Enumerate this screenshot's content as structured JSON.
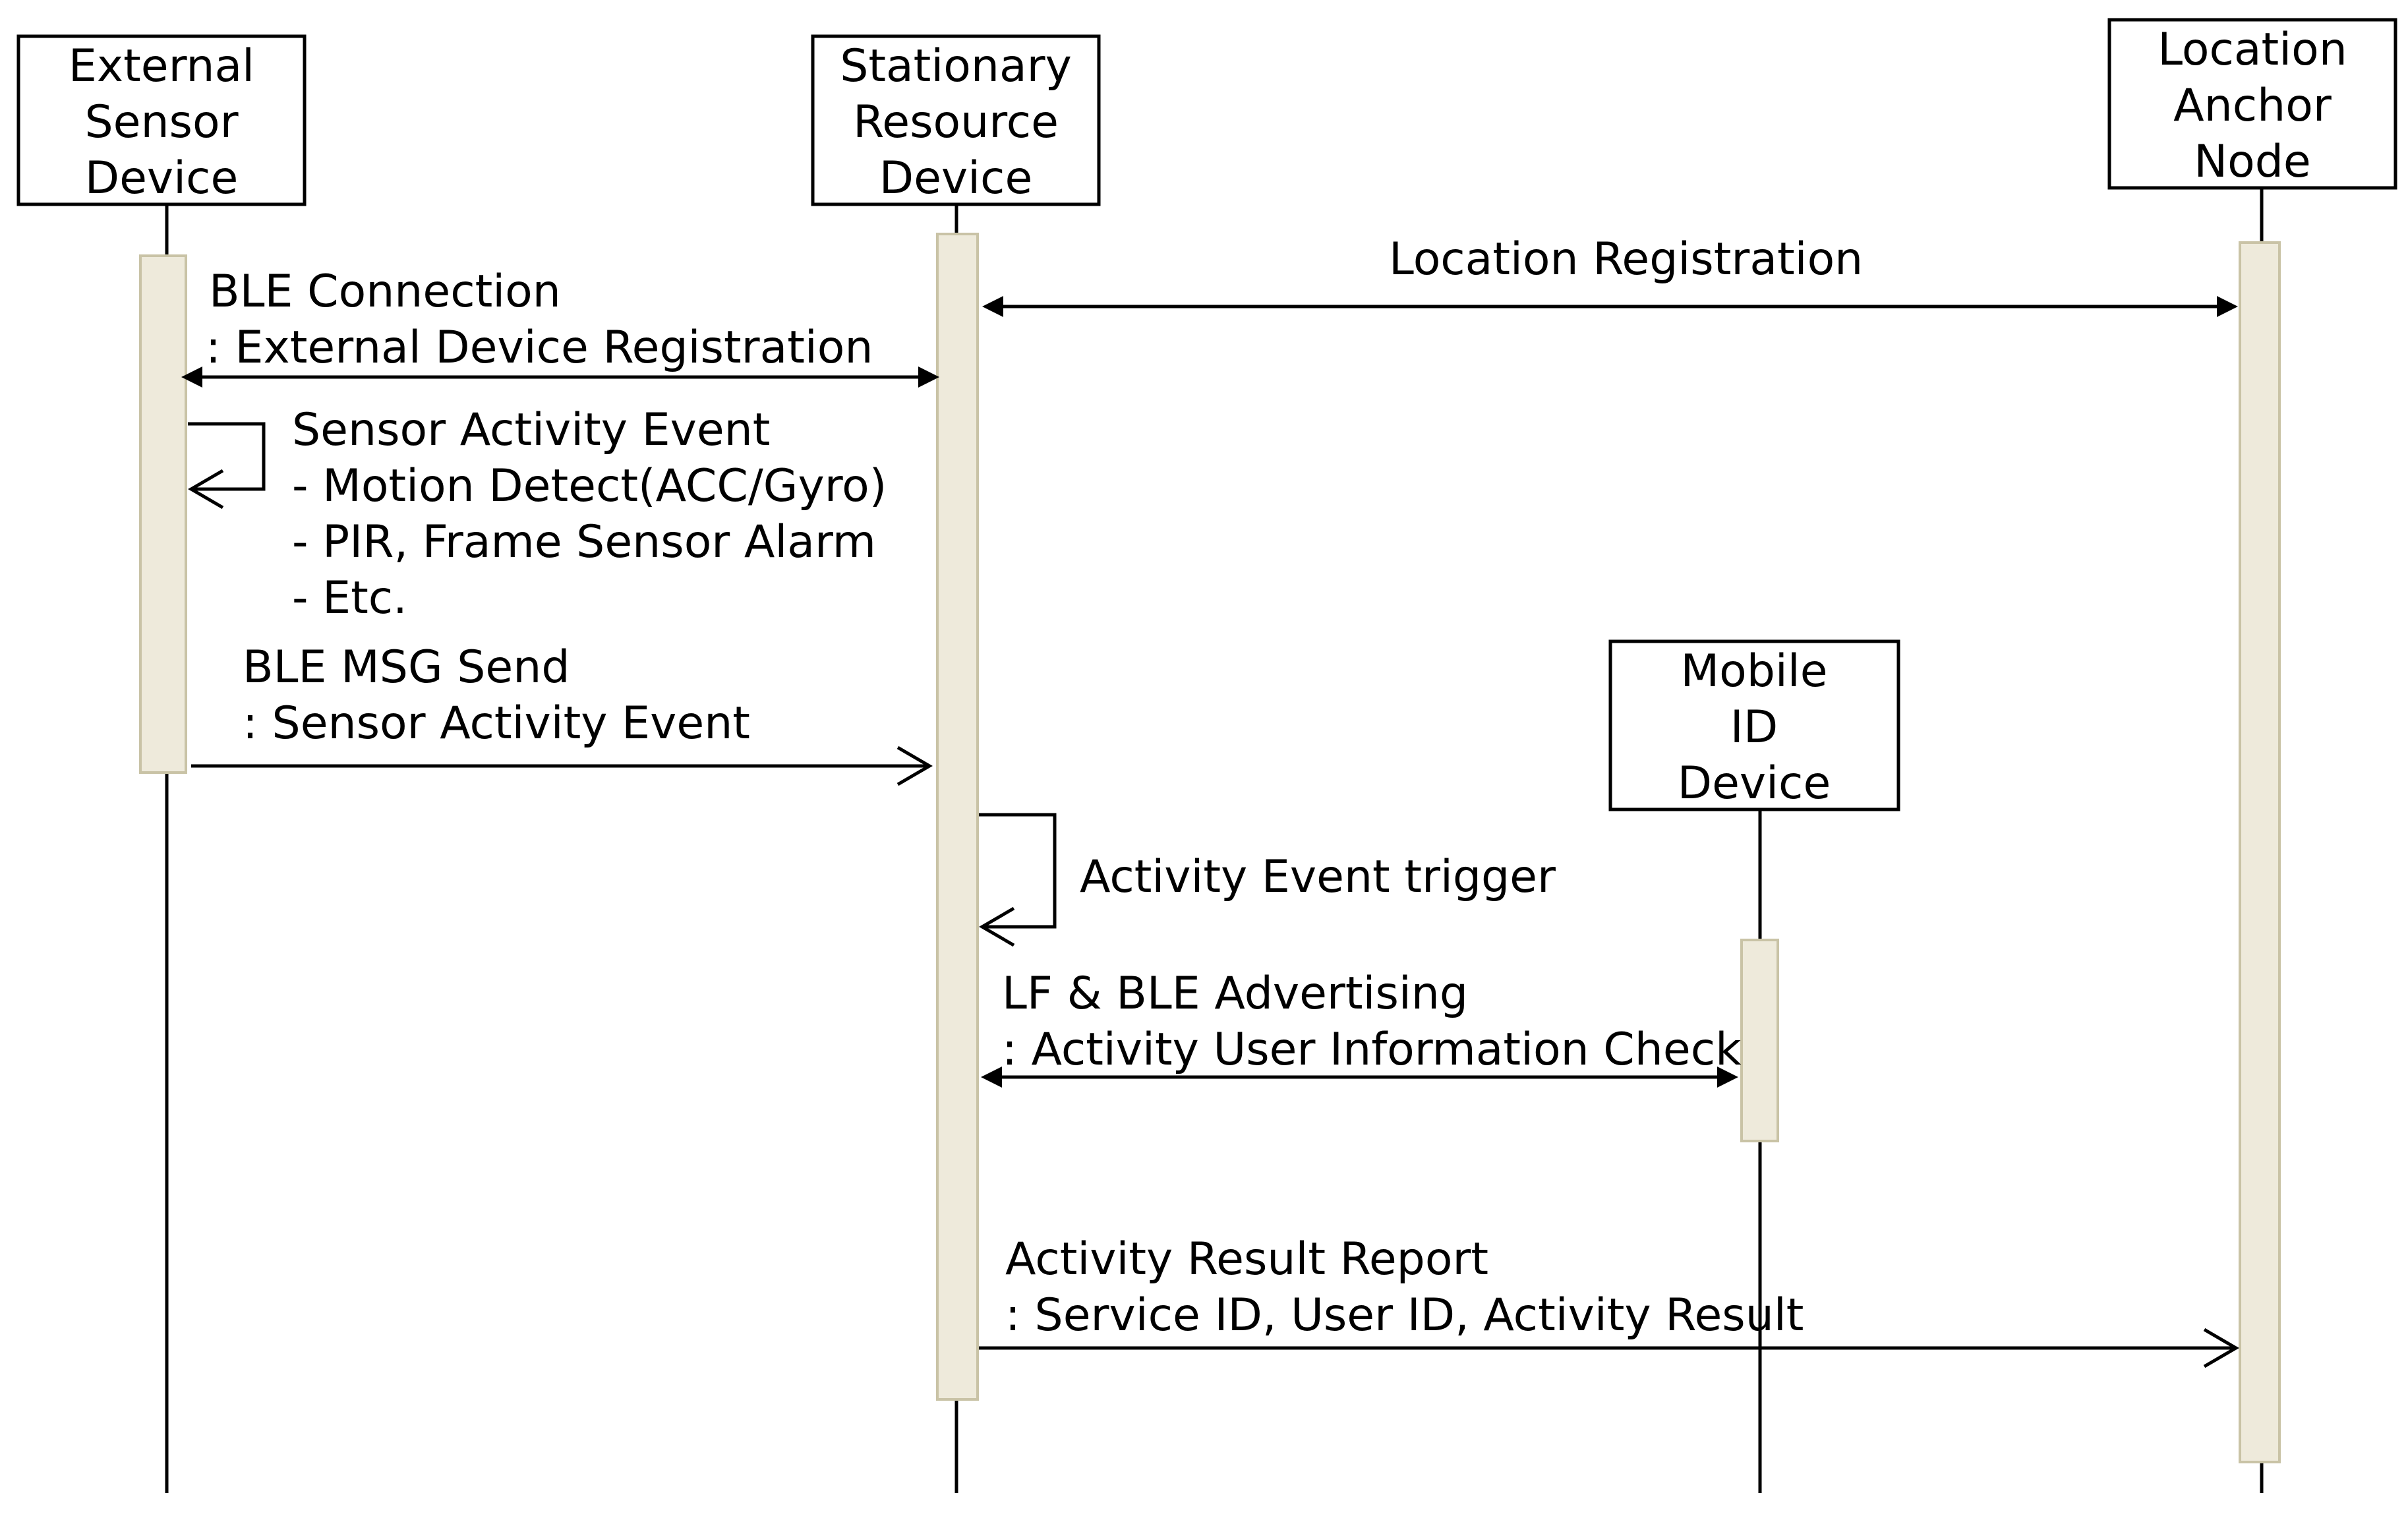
{
  "participants": [
    {
      "id": "external_sensor",
      "lines": [
        "External",
        "Sensor",
        "Device"
      ]
    },
    {
      "id": "stationary_resource",
      "lines": [
        "Stationary",
        "Resource",
        "Device"
      ]
    },
    {
      "id": "location_anchor",
      "lines": [
        "Location",
        "Anchor",
        "Node"
      ]
    },
    {
      "id": "mobile_id",
      "lines": [
        "Mobile",
        "ID",
        "Device"
      ]
    }
  ],
  "messages": {
    "location_registration": {
      "lines": [
        "Location Registration"
      ]
    },
    "ble_connection": {
      "lines": [
        "BLE Connection",
        ": External Device Registration"
      ]
    },
    "sensor_activity_event": {
      "lines": [
        "Sensor Activity Event",
        "-  Motion Detect(ACC/Gyro)",
        "-  PIR, Frame Sensor Alarm",
        "-  Etc."
      ]
    },
    "ble_msg_send": {
      "lines": [
        "BLE MSG Send",
        ": Sensor Activity Event"
      ]
    },
    "activity_event_trigger": {
      "lines": [
        "Activity Event trigger"
      ]
    },
    "lf_ble_advertising": {
      "lines": [
        "LF & BLE Advertising",
        ": Activity User Information Check"
      ]
    },
    "activity_result_report": {
      "lines": [
        "Activity Result Report",
        ": Service ID, User ID, Activity Result"
      ]
    }
  },
  "colors": {
    "activation_fill": "#eeeadb",
    "activation_stroke": "#c9c3a6",
    "line": "#000000"
  }
}
